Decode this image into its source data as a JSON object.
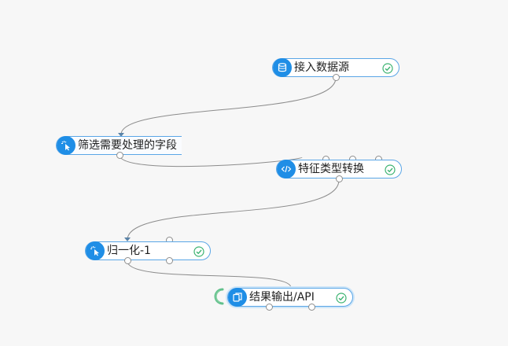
{
  "colors": {
    "accent": "#1f8ee6",
    "node_border": "#5aa6e6",
    "success": "#3cb371",
    "edge": "#8c8c8c",
    "canvas": "#f7f7f7"
  },
  "nodes": {
    "source": {
      "label": "接入数据源",
      "icon": "database-icon",
      "status": "success-check-icon"
    },
    "filter": {
      "label": "筛选需要处理的字段",
      "icon": "pointer-click-icon"
    },
    "feature": {
      "label": "特征类型转换",
      "icon": "code-icon",
      "status": "success-check-icon"
    },
    "normalize": {
      "label": "归一化-1",
      "icon": "pointer-click-icon",
      "status": "success-check-icon"
    },
    "output": {
      "label": "结果输出/API",
      "icon": "copy-export-icon",
      "status": "success-check-icon"
    }
  },
  "edges": [
    {
      "from": "source",
      "to": "filter"
    },
    {
      "from": "filter",
      "to": "feature"
    },
    {
      "from": "feature",
      "to": "normalize"
    },
    {
      "from": "normalize",
      "to": "output"
    }
  ]
}
